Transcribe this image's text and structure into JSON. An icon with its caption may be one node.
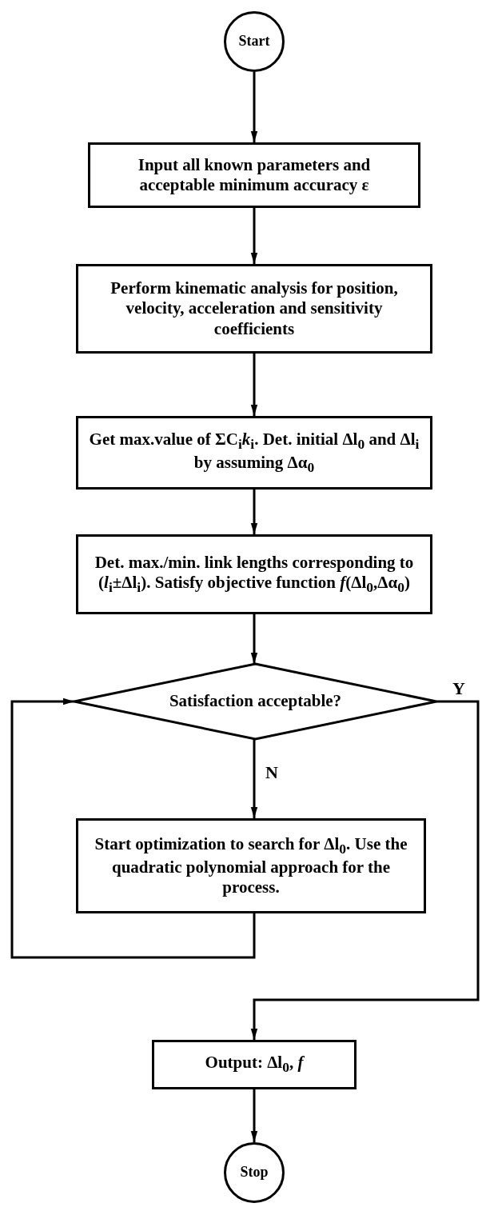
{
  "diagram": {
    "nodes": [
      {
        "text": [
          "Start"
        ]
      },
      {
        "text": [
          "Input all known parameters and acceptable minimum accuracy ε"
        ]
      },
      {
        "text": [
          "Perform kinematic analysis for position, velocity, acceleration and sensitivity coefficients"
        ]
      },
      {
        "text": [
          "Get max.value of ΣC$_{i}$*k*$_{i}$. Det. initial Δl$_{0}$ and Δl$_{i}$ by assuming Δα$_{0}$"
        ]
      },
      {
        "text": [
          "Det. max./min. link lengths corresponding to (*l*$_{i}$±Δl$_{i}$). Satisfy objective function *f*(Δl$_{0}$,Δα$_{0}$)"
        ]
      },
      {
        "text": [
          "Satisfaction acceptable?"
        ]
      },
      {
        "text": [
          "Start optimization to search for Δl$_{0}$. Use the quadratic polynomial approach for the process."
        ]
      },
      {
        "text": [
          "Output: Δl$_{0}$, *f*"
        ]
      },
      {
        "text": [
          "Stop"
        ]
      }
    ],
    "edges": [
      {
        "from": 0,
        "to": 1,
        "arrow": "to"
      },
      {
        "from": 1,
        "to": 2,
        "arrow": "to"
      },
      {
        "from": 2,
        "to": 3,
        "arrow": "to"
      },
      {
        "from": 3,
        "to": 4,
        "arrow": "to"
      },
      {
        "from": 4,
        "to": 5,
        "arrow": "to"
      },
      {
        "from": 5,
        "to": 6,
        "arrow": "to",
        "label": "N"
      },
      {
        "from": 6,
        "to": 5,
        "arrow": "to"
      },
      {
        "from": 5,
        "to": 7,
        "arrow": "to",
        "label": "Y"
      },
      {
        "from": 7,
        "to": 8,
        "arrow": "to"
      }
    ]
  }
}
